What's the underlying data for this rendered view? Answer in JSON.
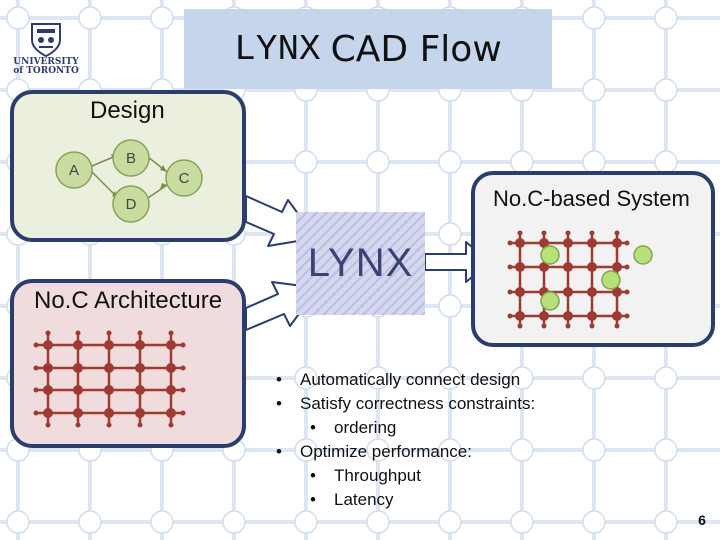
{
  "title": {
    "mono_part": "LYNX",
    "sans_part": "CAD Flow"
  },
  "logo": {
    "text": "UNIVERSITY\nof TORONTO"
  },
  "design_panel": {
    "label": "Design",
    "nodes": [
      "A",
      "B",
      "C",
      "D"
    ]
  },
  "architecture_panel": {
    "label": "No.C Architecture"
  },
  "system_panel": {
    "label": "No.C-based System"
  },
  "center_box": {
    "label": "LYNX"
  },
  "bullets": [
    {
      "text": "Automatically connect design",
      "sub": []
    },
    {
      "text": "Satisfy correctness constraints:",
      "sub": [
        "ordering"
      ]
    },
    {
      "text": "Optimize performance:",
      "sub": [
        "Throughput",
        "Latency"
      ]
    }
  ],
  "slide_number": "6",
  "colors": {
    "title_bg": "#c5d5ec",
    "design_bg": "#eaf0dd",
    "architecture_bg": "#f0dcdc",
    "system_bg": "#f2f2f2",
    "panel_border": "#2b3d6a",
    "noc_router": "#9e3a32",
    "highlight_node": "#b8e07a",
    "lynx_text": "#3b4374"
  }
}
